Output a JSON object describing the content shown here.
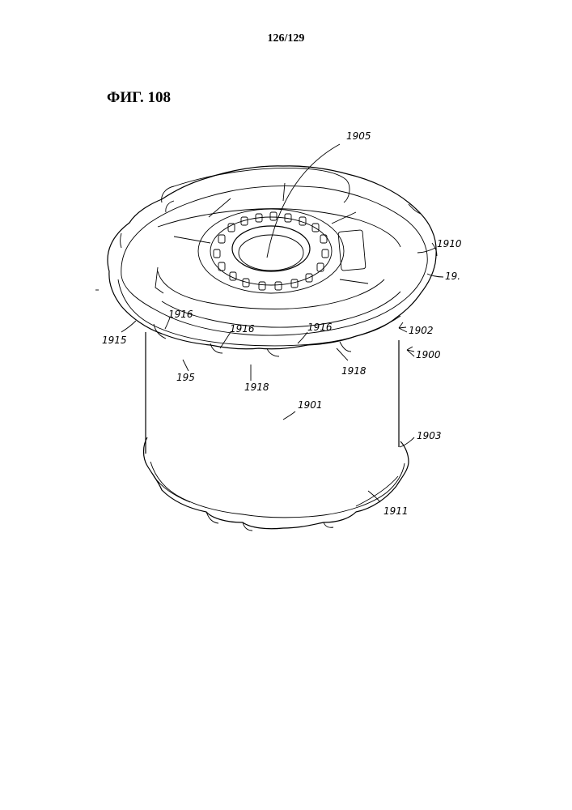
{
  "page_number": "126/129",
  "figure_title": "ФИГ. 108",
  "labels": {
    "l1905": "1905",
    "l1910": "1910",
    "l19": "19.",
    "l1916a": "1916",
    "l1915": "1915",
    "l1916b": "1916",
    "l1916c": "1916",
    "l1902": "1902",
    "l1900": "1900",
    "l195": "195",
    "l1918a": "1918",
    "l1918b": "1918",
    "l1901": "1901",
    "l1903": "1903",
    "l1911": "1911"
  }
}
